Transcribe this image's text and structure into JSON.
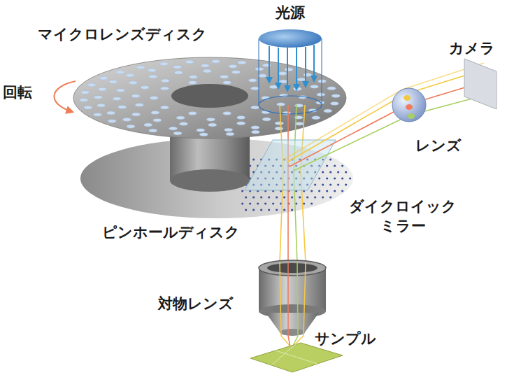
{
  "diagram": {
    "labels": [
      "光源",
      "マイクロレンズディスク",
      "回転",
      "カメラ",
      "レンズ",
      "ダイクロイック ミラー",
      "ピンホールディスク",
      "対物レンズ",
      "サンプル"
    ]
  }
}
